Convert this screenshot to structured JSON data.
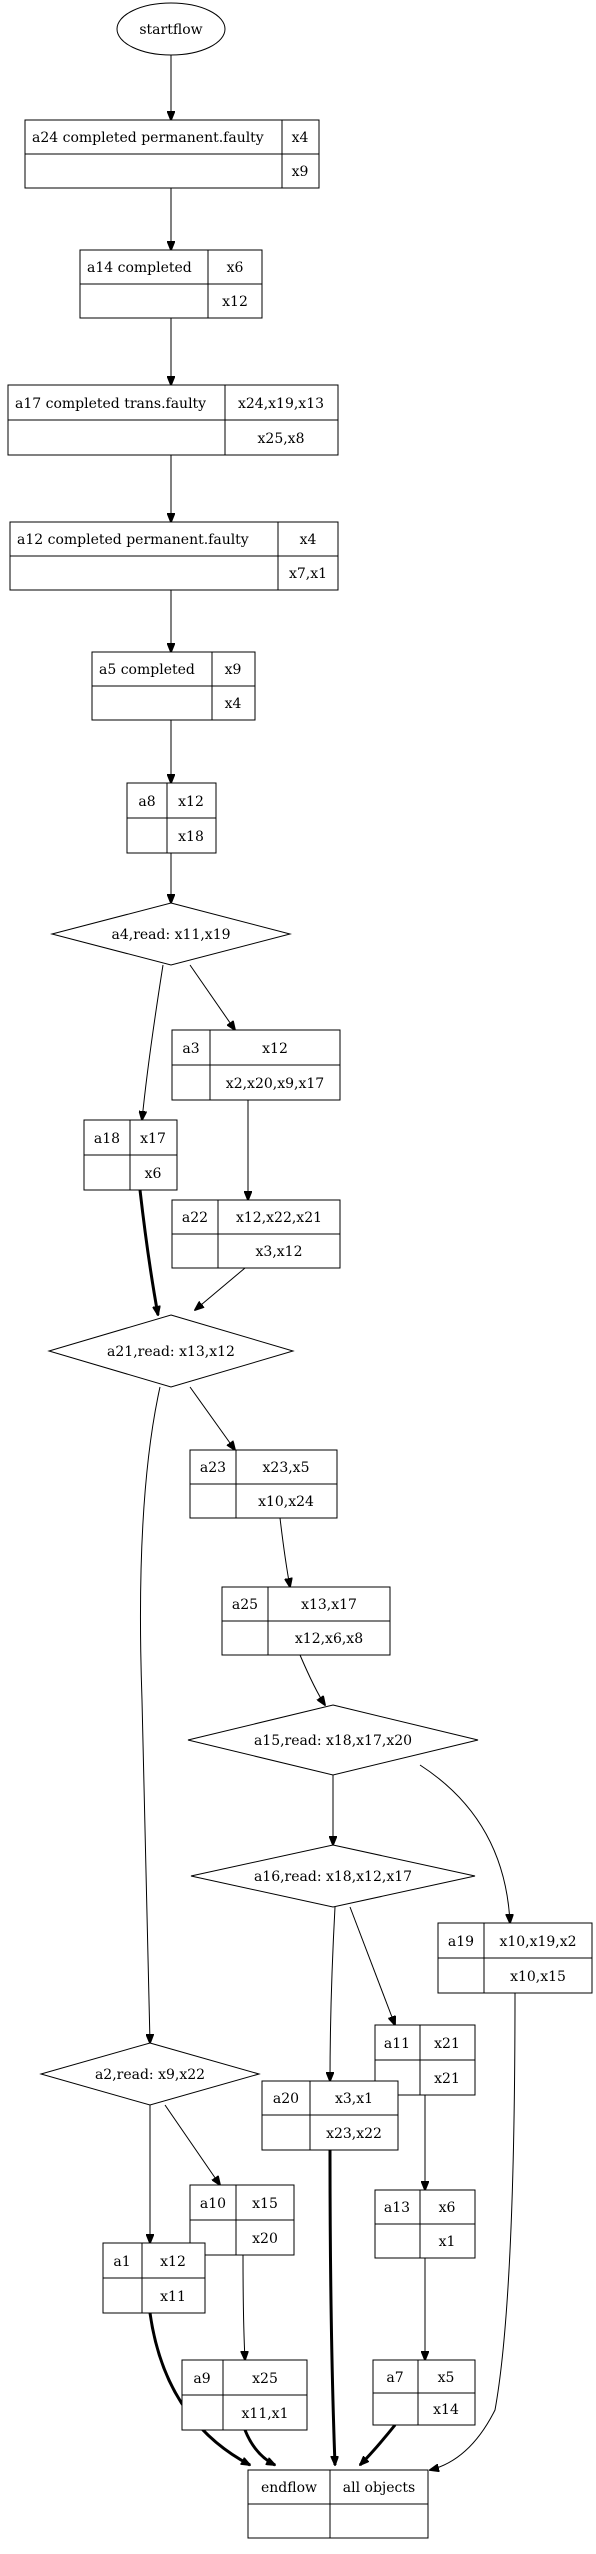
{
  "start": "startflow",
  "end": {
    "left": "endflow",
    "right": "all objects"
  },
  "records": {
    "a24": {
      "c1": "a24 completed permanent.faulty",
      "c2": "x4",
      "c3": "x9"
    },
    "a14": {
      "c1": "a14 completed",
      "c2": "x6",
      "c3": "x12"
    },
    "a17": {
      "c1": "a17 completed trans.faulty",
      "c2": "x24,x19,x13",
      "c3": "x25,x8"
    },
    "a12": {
      "c1": "a12 completed permanent.faulty",
      "c2": "x4",
      "c3": "x7,x1"
    },
    "a5": {
      "c1": "a5 completed",
      "c2": "x9",
      "c3": "x4"
    },
    "a8": {
      "c1": "a8",
      "c2": "x12",
      "c3": "x18"
    },
    "a3": {
      "c1": "a3",
      "c2": "x12",
      "c3": "x2,x20,x9,x17"
    },
    "a18": {
      "c1": "a18",
      "c2": "x17",
      "c3": "x6"
    },
    "a22": {
      "c1": "a22",
      "c2": "x12,x22,x21",
      "c3": "x3,x12"
    },
    "a23": {
      "c1": "a23",
      "c2": "x23,x5",
      "c3": "x10,x24"
    },
    "a25": {
      "c1": "a25",
      "c2": "x13,x17",
      "c3": "x12,x6,x8"
    },
    "a19": {
      "c1": "a19",
      "c2": "x10,x19,x2",
      "c3": "x10,x15"
    },
    "a11": {
      "c1": "a11",
      "c2": "x21",
      "c3": "x21"
    },
    "a20": {
      "c1": "a20",
      "c2": "x3,x1",
      "c3": "x23,x22"
    },
    "a10": {
      "c1": "a10",
      "c2": "x15",
      "c3": "x20"
    },
    "a13": {
      "c1": "a13",
      "c2": "x6",
      "c3": "x1"
    },
    "a1": {
      "c1": "a1",
      "c2": "x12",
      "c3": "x11"
    },
    "a9": {
      "c1": "a9",
      "c2": "x25",
      "c3": "x11,x1"
    },
    "a7": {
      "c1": "a7",
      "c2": "x5",
      "c3": "x14"
    }
  },
  "decisions": {
    "a4": "a4,read: x11,x19",
    "a21": "a21,read: x13,x12",
    "a15": "a15,read: x18,x17,x20",
    "a16": "a16,read: x18,x12,x17",
    "a2": "a2,read: x9,x22"
  }
}
